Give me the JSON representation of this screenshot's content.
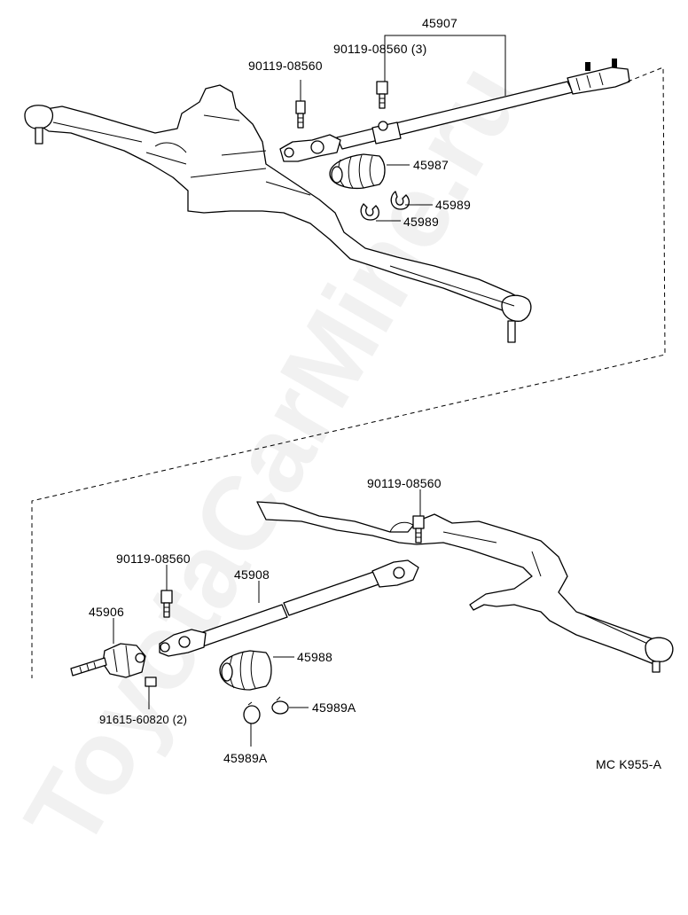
{
  "watermark": "ToyotaCarMine.ru",
  "diagram_code": "MC K955-A",
  "labels": {
    "top_shaft": "45907",
    "top_bolt_qty": "90119-08560 (3)",
    "top_bolt": "90119-08560",
    "top_boot": "45987",
    "top_clamp_1": "45989",
    "top_clamp_2": "45989",
    "bottom_bolt_right": "90119-08560",
    "bottom_bolt_left": "90119-08560",
    "bottom_shaft": "45908",
    "bottom_joint": "45906",
    "bottom_boot": "45988",
    "bottom_clamp_1": "45989A",
    "bottom_clamp_2": "45989A",
    "bottom_nut": "91615-60820 (2)"
  }
}
